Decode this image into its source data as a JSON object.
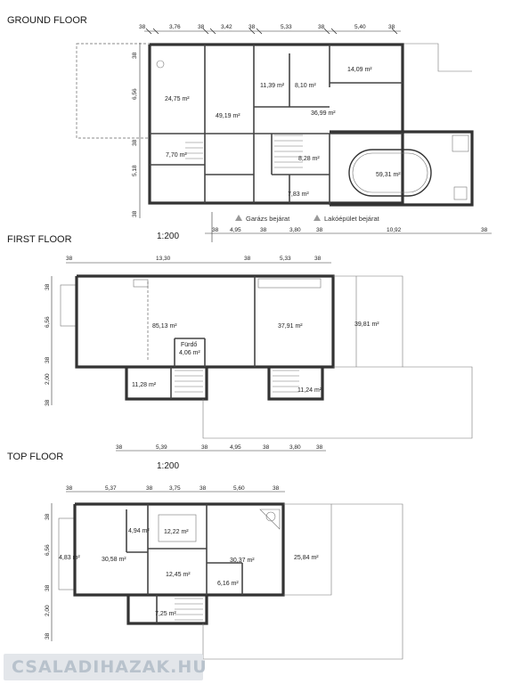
{
  "floors": {
    "ground": {
      "title": "GROUND FLOOR",
      "scale": "1:200",
      "top_dims": [
        "38",
        "3,76",
        "38",
        "3,42",
        "38",
        "5,33",
        "38",
        "5,40",
        "38"
      ],
      "left_dims": [
        "38",
        "6,56",
        "38",
        "5,18",
        "38"
      ],
      "bottom_dims": [
        "38",
        "4,95",
        "38",
        "3,80",
        "38",
        "10,92",
        "38"
      ],
      "rooms": [
        "24,75 m²",
        "49,19 m²",
        "11,39 m²",
        "8,10 m²",
        "14,09 m²",
        "36,99 m²",
        "7,70 m²",
        "8,28 m²",
        "59,31 m²",
        "7,83 m²"
      ],
      "entrances": [
        "Garázs bejárat",
        "Lakóépület bejárat"
      ]
    },
    "first": {
      "title": "FIRST FLOOR",
      "scale": "1:200",
      "top_dims": [
        "38",
        "13,30",
        "38",
        "5,33",
        "38"
      ],
      "left_dims": [
        "38",
        "6,56",
        "38",
        "2,00",
        "38"
      ],
      "bottom_dims": [
        "38",
        "5,39",
        "38",
        "4,95",
        "38",
        "3,80",
        "38"
      ],
      "rooms": [
        "85,13 m²",
        "37,91 m²",
        "39,81 m²",
        "Fürdő",
        "4,06 m²",
        "11,28 m²",
        "11,24 m²"
      ]
    },
    "top": {
      "title": "TOP FLOOR",
      "top_dims": [
        "38",
        "5,37",
        "38",
        "3,75",
        "38",
        "5,60",
        "38"
      ],
      "left_dims": [
        "38",
        "6,56",
        "38",
        "2,00",
        "38"
      ],
      "rooms": [
        "4,83 m²",
        "30,58 m²",
        "4,94 m²",
        "12,22 m²",
        "12,45 m²",
        "30,37 m²",
        "6,16 m²",
        "25,84 m²",
        "7,25 m²"
      ]
    }
  },
  "watermark": "CSALADIHAZAK.HU",
  "colors": {
    "wall": "#333333",
    "watermark_bg": "#e3e6ea",
    "watermark_text": "#b8c2cc"
  }
}
